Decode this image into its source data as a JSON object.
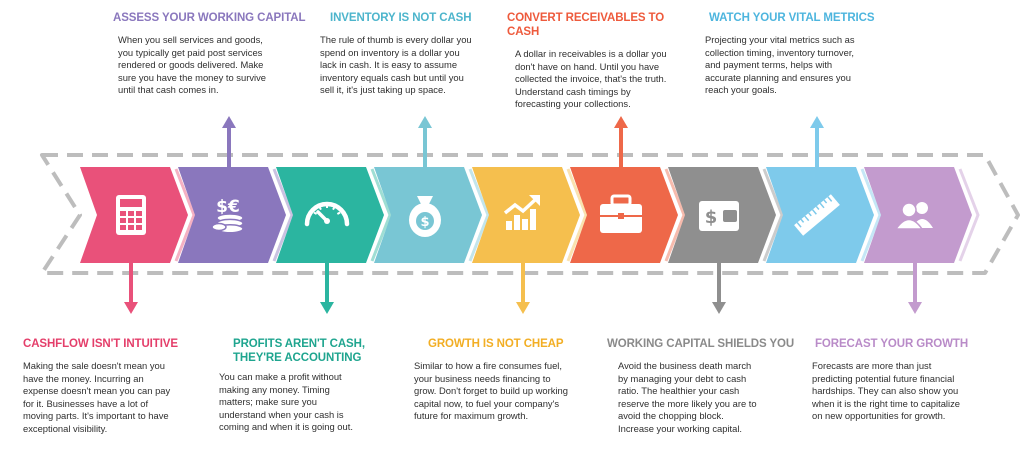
{
  "colors": {
    "pink": "#E9517A",
    "purple": "#8A77BD",
    "teal": "#2BB5A0",
    "sky": "#79C6D4",
    "yellow": "#F5BF4E",
    "red": "#EE6849",
    "gray": "#8F8F8F",
    "blue": "#7ECAEB",
    "lavender": "#C39BCE",
    "dash": "#BDBDBD"
  },
  "top": [
    {
      "title": "ASSESS YOUR WORKING CAPITAL",
      "body": "When you sell services and goods,\nyou typically get paid post services\nrendered or goods delivered. Make\nsure you have the money to survive\nuntil that cash comes in.",
      "color": "#8A77BD"
    },
    {
      "title": "INVENTORY IS NOT CASH",
      "body": "The rule of thumb is every dollar you\nspend on inventory is a dollar you\nlack in cash. It is easy to assume\ninventory equals cash but until you\nsell it, it's just taking up space.",
      "color": "#4DB5CC"
    },
    {
      "title": "CONVERT RECEIVABLES TO CASH",
      "body": "A dollar in receivables is a dollar you\ndon't have on hand. Until you have\ncollected the invoice, that's the truth.\nUnderstand cash timings by\nforecasting your collections.",
      "color": "#EE5A3C"
    },
    {
      "title": "WATCH YOUR VITAL METRICS",
      "body": "Projecting your vital metrics such as\ncollection timing, inventory turnover,\nand payment terms, helps with\naccurate planning and ensures you\nreach your goals.",
      "color": "#4DB5DE"
    }
  ],
  "bottom": [
    {
      "title": "CASHFLOW ISN'T INTUITIVE",
      "body": "Making the sale doesn't mean you\nhave the money. Incurring an\nexpense doesn't mean you can pay\nfor it. Businesses have a lot of\nmoving parts. It's important to have\nexceptional visibility.",
      "color": "#E43E6A"
    },
    {
      "title": "PROFITS AREN'T CASH,\nTHEY'RE ACCOUNTING",
      "body": "You can make a profit without\nmaking any money. Timing\nmatters; make sure you\nunderstand when your cash is\ncoming and when it is going out.",
      "color": "#1FA58F"
    },
    {
      "title": "GROWTH IS NOT CHEAP",
      "body": "Similar to how a fire consumes fuel,\nyour business needs financing to\ngrow. Don't forget to build up working\ncapital now, to fuel your company's\nfuture for maximum growth.",
      "color": "#F2AE24"
    },
    {
      "title": "WORKING CAPITAL SHIELDS YOU",
      "body": "Avoid the business death march\nby managing your debt to cash\nratio. The healthier your cash\nreserve the more likely you are to\navoid the chopping block.\nIncrease your working capital.",
      "color": "#8A8A8A"
    },
    {
      "title": "FORECAST YOUR GROWTH",
      "body": "Forecasts are more than just\npredicting potential future financial\nhardships. They can also show you\nwhen it is the right time to capitalize\non new opportunities for growth.",
      "color": "#B98BC8"
    }
  ],
  "steps": [
    {
      "icon": "calculator-icon",
      "color": "#E9517A"
    },
    {
      "icon": "coins-icon",
      "color": "#8A77BD"
    },
    {
      "icon": "gauge-icon",
      "color": "#2BB5A0"
    },
    {
      "icon": "money-bag-icon",
      "color": "#79C6D4"
    },
    {
      "icon": "growth-chart-icon",
      "color": "#F5BF4E"
    },
    {
      "icon": "briefcase-icon",
      "color": "#EE6849"
    },
    {
      "icon": "wallet-icon",
      "color": "#8F8F8F"
    },
    {
      "icon": "ruler-icon",
      "color": "#7ECAEB"
    },
    {
      "icon": "users-icon",
      "color": "#C39BCE"
    }
  ]
}
